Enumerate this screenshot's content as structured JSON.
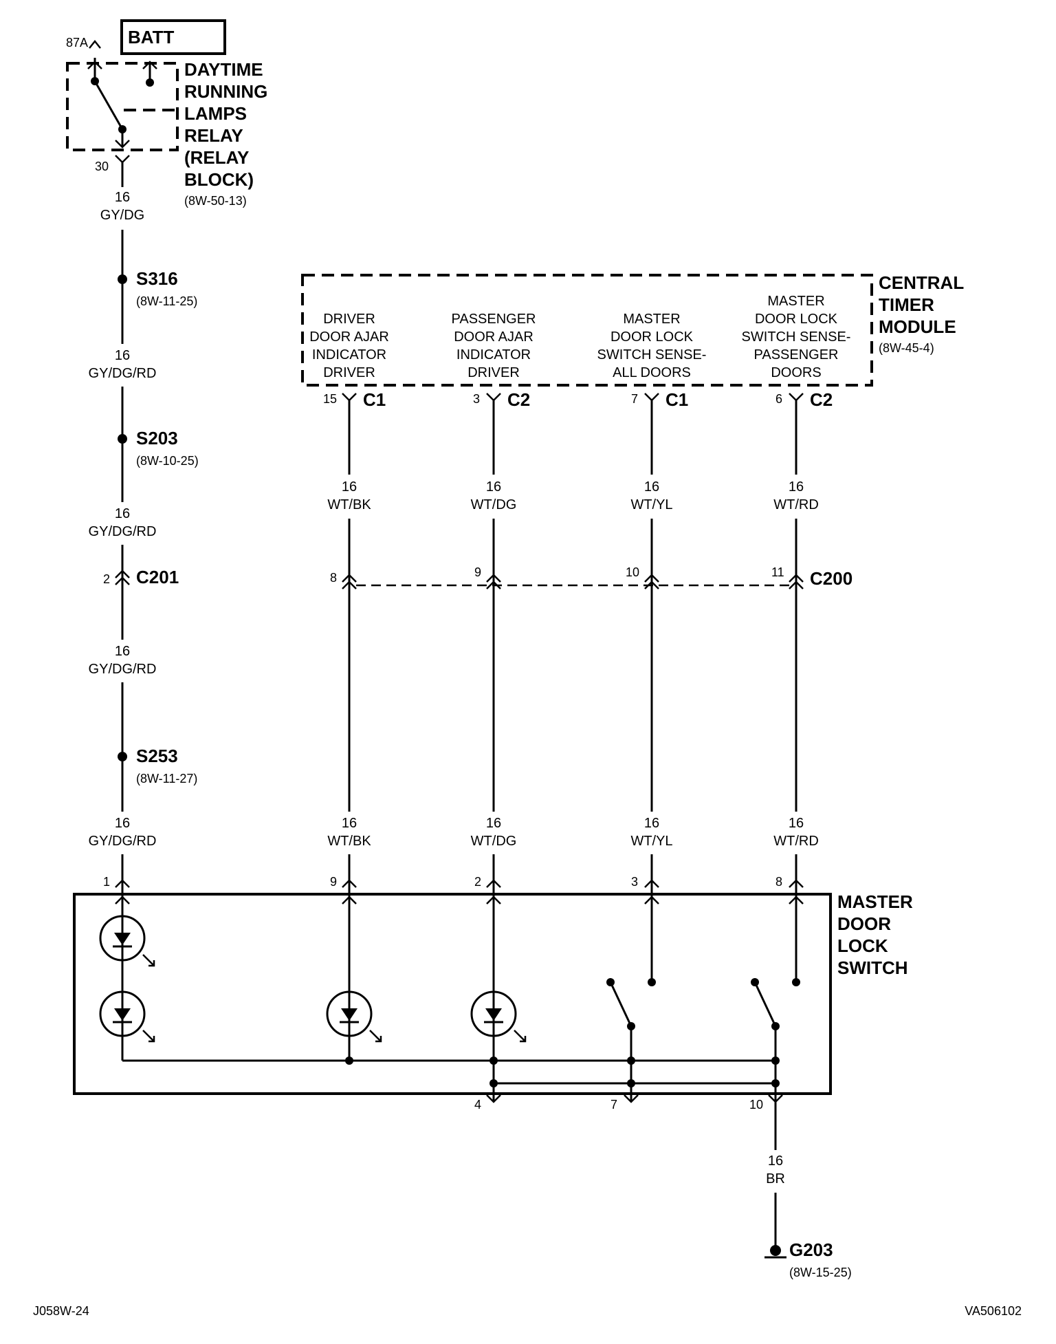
{
  "batt": {
    "label": "BATT"
  },
  "relay": {
    "pin_top": "87A",
    "pin_bottom": "30",
    "lines": [
      "DAYTIME",
      "RUNNING",
      "LAMPS",
      "RELAY",
      "(RELAY",
      "BLOCK)"
    ],
    "ref": "(8W-50-13)"
  },
  "left_wire": {
    "seg1": {
      "gauge": "16",
      "color": "GY/DG"
    },
    "splice1": {
      "id": "S316",
      "ref": "(8W-11-25)"
    },
    "seg2": {
      "gauge": "16",
      "color": "GY/DG/RD"
    },
    "splice2": {
      "id": "S203",
      "ref": "(8W-10-25)"
    },
    "seg3": {
      "gauge": "16",
      "color": "GY/DG/RD"
    },
    "connector": {
      "pin": "2",
      "id": "C201"
    },
    "seg4": {
      "gauge": "16",
      "color": "GY/DG/RD"
    },
    "splice3": {
      "id": "S253",
      "ref": "(8W-11-27)"
    },
    "seg5": {
      "gauge": "16",
      "color": "GY/DG/RD"
    },
    "switch_pin": "1"
  },
  "ctm": {
    "lines": [
      "CENTRAL",
      "TIMER",
      "MODULE"
    ],
    "ref": "(8W-45-4)",
    "circuits": [
      {
        "name": [
          "DRIVER",
          "DOOR AJAR",
          "INDICATOR",
          "DRIVER"
        ],
        "pin": "15",
        "conn": "C1",
        "gauge": "16",
        "color": "WT/BK",
        "c200_pin": "8",
        "switch_pin": "9"
      },
      {
        "name": [
          "PASSENGER",
          "DOOR AJAR",
          "INDICATOR",
          "DRIVER"
        ],
        "pin": "3",
        "conn": "C2",
        "gauge": "16",
        "color": "WT/DG",
        "c200_pin": "9",
        "switch_pin": "2"
      },
      {
        "name": [
          "MASTER",
          "DOOR LOCK",
          "SWITCH SENSE-",
          "ALL DOORS"
        ],
        "pin": "7",
        "conn": "C1",
        "gauge": "16",
        "color": "WT/YL",
        "c200_pin": "10",
        "switch_pin": "3"
      },
      {
        "name": [
          "MASTER",
          "DOOR LOCK",
          "SWITCH SENSE-",
          "PASSENGER",
          "DOORS"
        ],
        "pin": "6",
        "conn": "C2",
        "gauge": "16",
        "color": "WT/RD",
        "c200_pin": "11",
        "switch_pin": "8"
      }
    ]
  },
  "c200": {
    "id": "C200"
  },
  "master_switch": {
    "lines": [
      "MASTER",
      "DOOR",
      "LOCK",
      "SWITCH"
    ],
    "bottom_pins": [
      "4",
      "7",
      "10"
    ]
  },
  "ground_wire": {
    "gauge": "16",
    "color": "BR"
  },
  "ground": {
    "id": "G203",
    "ref": "(8W-15-25)"
  },
  "footer": {
    "left": "J058W-24",
    "right": "VA506102"
  }
}
